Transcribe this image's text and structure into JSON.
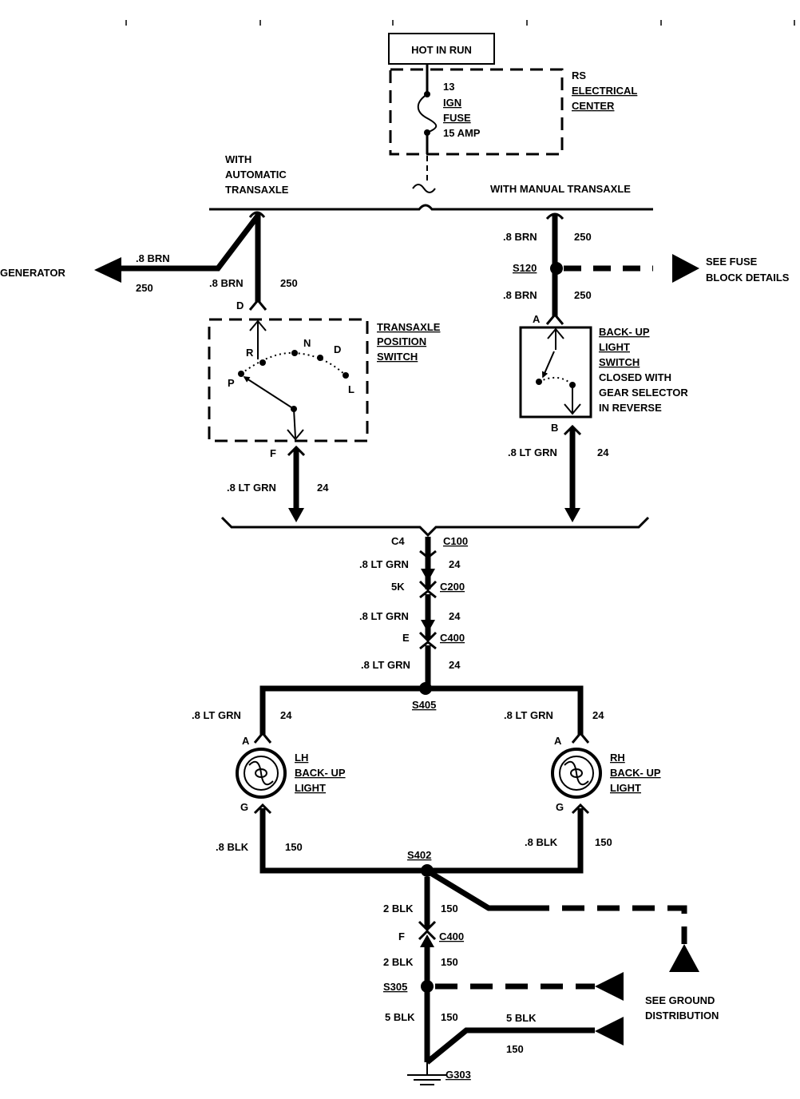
{
  "power": {
    "hot_label": "HOT IN RUN",
    "fuse_lines": [
      "13",
      "IGN",
      "FUSE",
      "15 AMP"
    ],
    "center_lines": [
      "RS",
      "ELECTRICAL",
      "CENTER"
    ]
  },
  "bus": {
    "auto_lines": [
      "WITH",
      "AUTOMATIC",
      "TRANSAXLE"
    ],
    "manual_label": "WITH MANUAL TRANSAXLE"
  },
  "generator": {
    "label": "GENERATOR",
    "wire": ".8 BRN",
    "circuit": "250"
  },
  "auto_branch": {
    "wire": ".8 BRN",
    "circuit": "250",
    "pin_in": "D",
    "switch_lines": [
      "TRANSAXLE",
      "POSITION",
      "SWITCH"
    ],
    "positions": [
      "R",
      "N",
      "D",
      "P",
      "L"
    ],
    "pin_out": "F",
    "out_wire": ".8 LT GRN",
    "out_circuit": "24"
  },
  "manual_branch": {
    "wire_top": ".8 BRN",
    "circuit_top": "250",
    "splice": "S120",
    "fuse_ref_lines": [
      "SEE FUSE",
      "BLOCK DETAILS"
    ],
    "wire_mid": ".8 BRN",
    "circuit_mid": "250",
    "pin_in": "A",
    "switch_lines": [
      "BACK- UP",
      "LIGHT",
      "SWITCH",
      "CLOSED WITH",
      "GEAR SELECTOR",
      "IN REVERSE"
    ],
    "pin_out": "B",
    "out_wire": ".8 LT GRN",
    "out_circuit": "24"
  },
  "trunk": {
    "c1_pin": "C4",
    "c1": "C100",
    "w1": ".8 LT GRN",
    "n1": "24",
    "c2_pin": "5K",
    "c2": "C200",
    "w2": ".8 LT GRN",
    "n2": "24",
    "c3_pin": "E",
    "c3": "C400",
    "w3": ".8 LT GRN",
    "n3": "24",
    "splice": "S405"
  },
  "lamps": {
    "lh": {
      "wire_in": ".8 LT GRN",
      "circuit_in": "24",
      "pin_a": "A",
      "lines": [
        "LH",
        "BACK- UP",
        "LIGHT"
      ],
      "pin_g": "G",
      "wire_out": ".8 BLK",
      "circuit_out": "150"
    },
    "rh": {
      "wire_in": ".8 LT GRN",
      "circuit_in": "24",
      "pin_a": "A",
      "lines": [
        "RH",
        "BACK- UP",
        "LIGHT"
      ],
      "pin_g": "G",
      "wire_out": ".8 BLK",
      "circuit_out": "150"
    }
  },
  "ground": {
    "splice_top": "S402",
    "w1": "2 BLK",
    "n1": "150",
    "c_pin": "F",
    "c": "C400",
    "w2": "2 BLK",
    "n2": "150",
    "splice_bot": "S305",
    "w3": "5 BLK",
    "n3": "150",
    "side_wire": "5 BLK",
    "side_circuit": "150",
    "ref_lines": [
      "SEE GROUND",
      "DISTRIBUTION"
    ],
    "ground_label": "G303"
  },
  "colors": {
    "ink": "#000000",
    "paper": "#ffffff"
  }
}
